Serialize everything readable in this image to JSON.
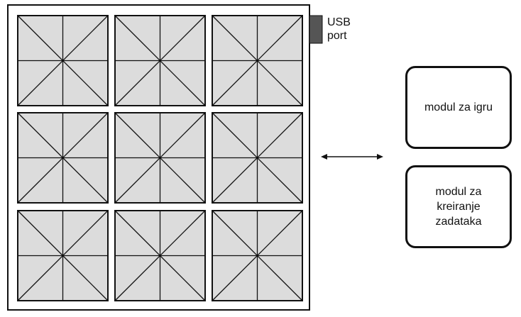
{
  "board": {
    "rows": 3,
    "cols": 3,
    "tile_fill": "#dcdcdc",
    "line_color": "#111111"
  },
  "usb_port": {
    "label": "USB port",
    "color": "#555555"
  },
  "arrow": {
    "type": "double-headed"
  },
  "modules": {
    "game": "modul za igru",
    "tasks": "modul za kreiranje zadataka"
  }
}
